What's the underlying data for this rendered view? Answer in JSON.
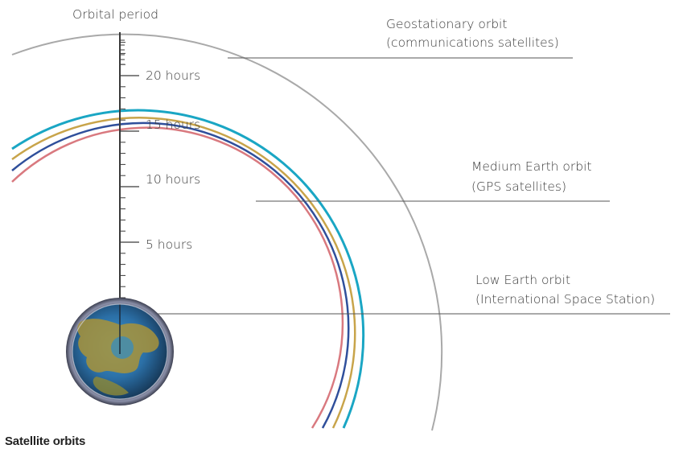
{
  "axis": {
    "title": "Orbital period",
    "ticks": [
      {
        "label": "5 hours"
      },
      {
        "label": "10 hours"
      },
      {
        "label": "15 hours"
      },
      {
        "label": "20 hours"
      }
    ]
  },
  "orbits": {
    "geo": {
      "line1": "Geostationary orbit",
      "line2": "(communications satellites)",
      "color": "#a8a8a8"
    },
    "medium": {
      "line1": "Medium Earth orbit",
      "line2": "(GPS satellites)"
    },
    "low": {
      "line1": "Low Earth orbit",
      "line2": "(International Space Station)"
    }
  },
  "ring_colors": {
    "cyan": "#1aa6c4",
    "gold": "#c8a44a",
    "blue": "#2f4f9b",
    "red": "#d9797f"
  },
  "caption": "Satellite orbits"
}
